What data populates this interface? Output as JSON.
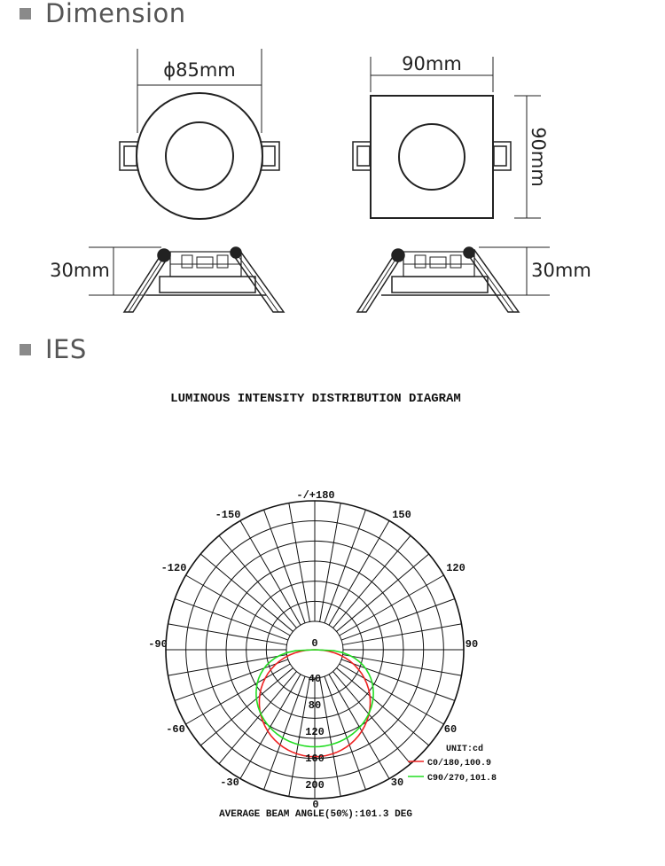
{
  "dimension": {
    "heading": "Dimension",
    "round_diameter": "ϕ85mm",
    "square_width": "90mm",
    "square_height": "90mm",
    "round_height": "30mm",
    "square_depth": "30mm"
  },
  "ies": {
    "heading": "IES",
    "diagram_title": "LUMINOUS INTENSITY DISTRIBUTION DIAGRAM",
    "angle_labels": {
      "a180": "-/+180",
      "a150n": "-150",
      "a150": "150",
      "a120n": "-120",
      "a120": "120",
      "a90n": "-90",
      "a90": "90",
      "a60n": "-60",
      "a60": "60",
      "a30n": "-30",
      "a30": "30",
      "a0": "0"
    },
    "radial_labels": [
      "0",
      "40",
      "80",
      "120",
      "160",
      "200"
    ],
    "unit": "UNIT:cd",
    "legend": [
      {
        "label": "C0/180,100.9",
        "color": "#ee2222"
      },
      {
        "label": "C90/270,101.8",
        "color": "#22dd22"
      }
    ],
    "beam_angle": "AVERAGE BEAM ANGLE(50%):101.3 DEG"
  }
}
